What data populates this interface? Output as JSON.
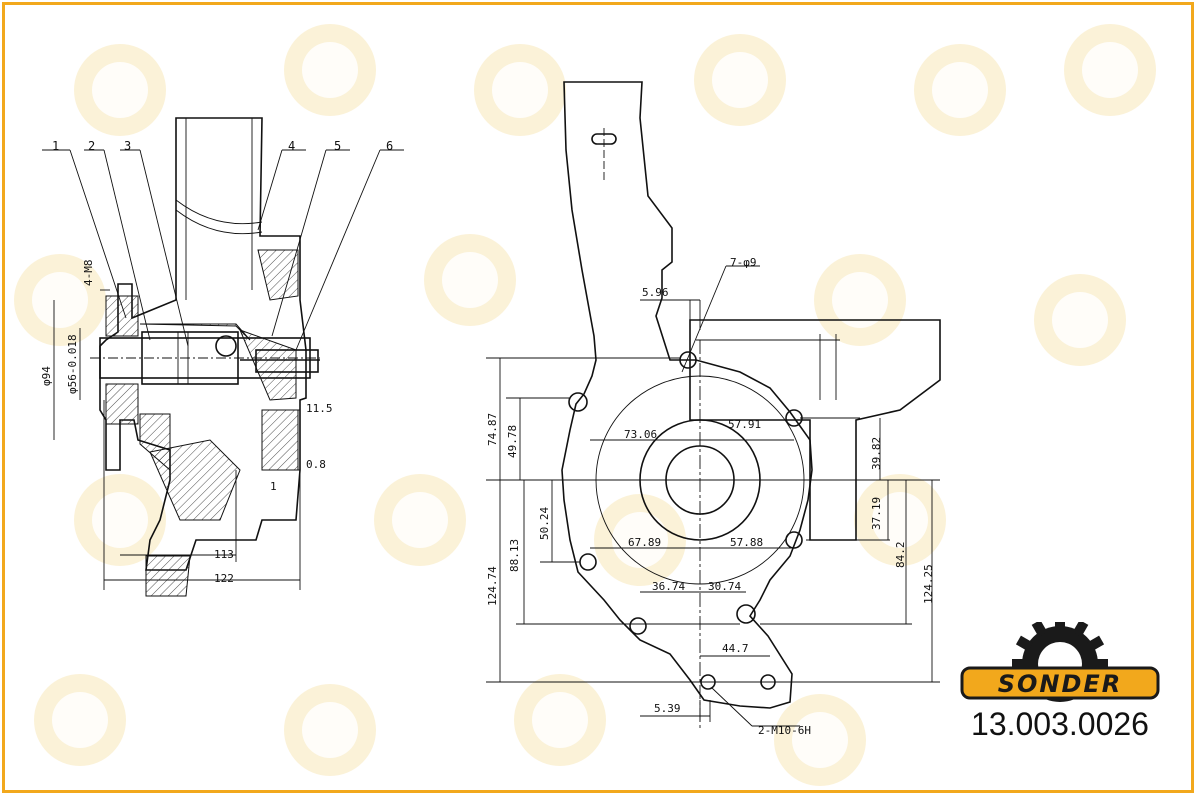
{
  "brand": {
    "name": "SONDER",
    "primary_color": "#f2a81c",
    "text_color": "#1a1a1a"
  },
  "part_number": "13.003.0026",
  "callouts": [
    "1",
    "2",
    "3",
    "4",
    "5",
    "6"
  ],
  "side_view": {
    "dims": {
      "thread_m8": "4-M8",
      "phi94": "φ94",
      "phi56": "φ56-0.018",
      "d11_5": "11.5",
      "d0_8": "0.8",
      "d1": "1",
      "d113": "113",
      "d122": "122"
    }
  },
  "front_view": {
    "dims": {
      "hole_7": "7-φ9",
      "d5_96": "5.96",
      "d74_87": "74.87",
      "d49_78": "49.78",
      "d73_06": "73.06",
      "d57_91": "57.91",
      "d39_82": "39.82",
      "d50_24": "50.24",
      "d88_13": "88.13",
      "d124_74": "124.74",
      "d67_89": "67.89",
      "d57_88": "57.88",
      "d37_19": "37.19",
      "d84_2": "84.2",
      "d124_25": "124.25",
      "d36_74": "36.74",
      "d30_74": "30.74",
      "d44_7": "44.7",
      "d5_39": "5.39",
      "thread_m10": "2-M10-6H"
    }
  }
}
